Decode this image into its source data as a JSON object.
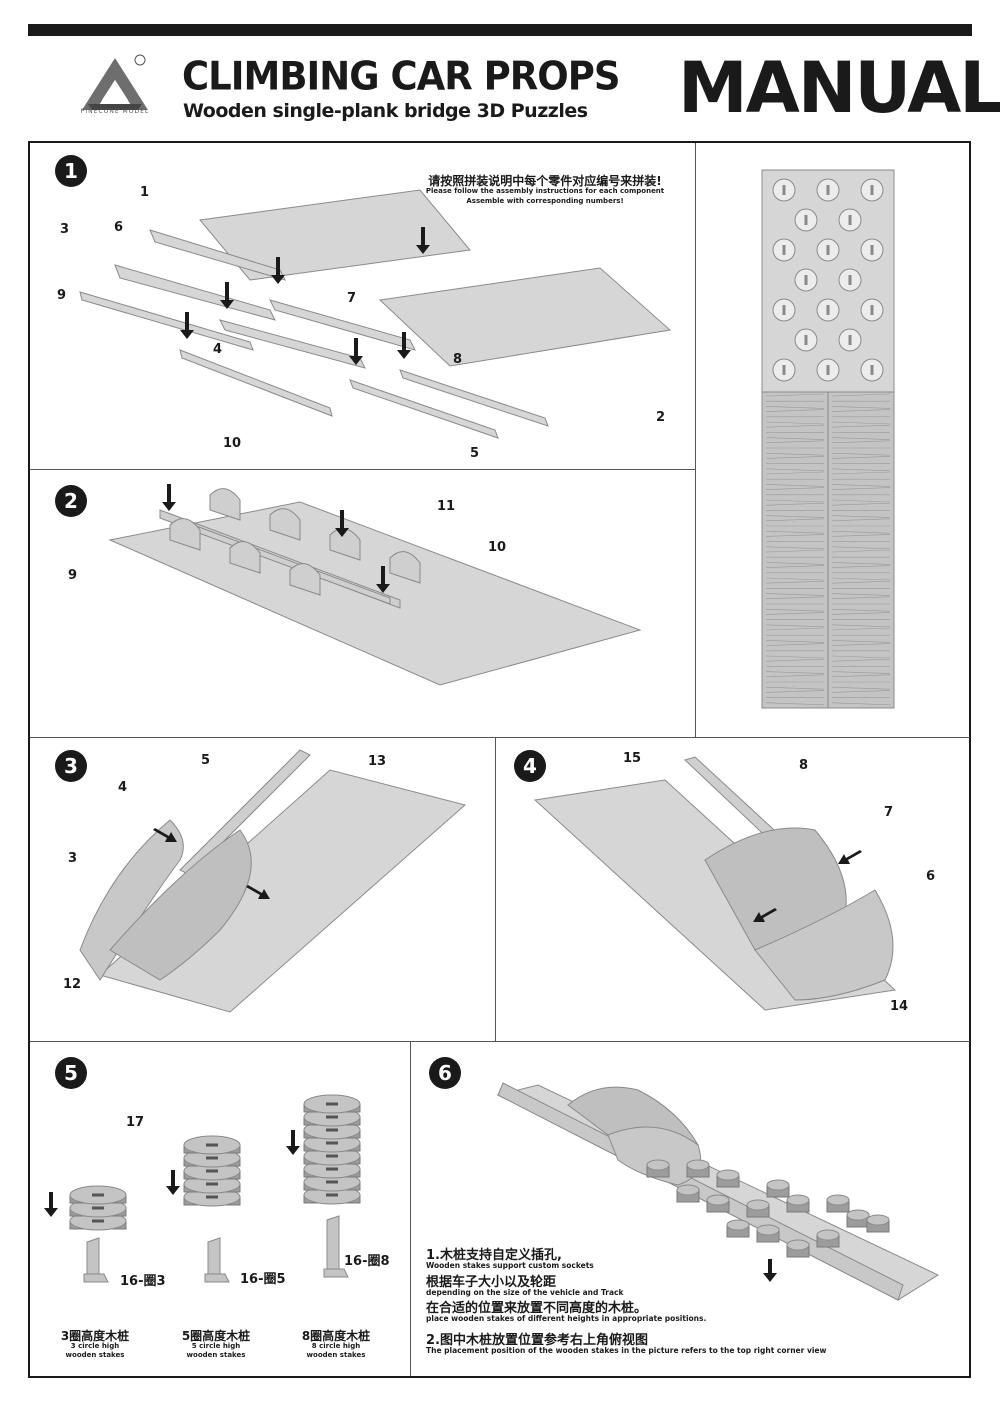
{
  "header": {
    "title": "CLIMBING CAR PROPS",
    "subtitle": "Wooden single-plank bridge 3D Puzzles",
    "manual": "MANUAL",
    "logo_caption": "PINECONE MODEL",
    "registered_mark": "®"
  },
  "steps": {
    "s1": {
      "num": "1",
      "note_cn": "请按照拼装说明中每个零件对应编号来拼装!",
      "note_en_1": "Please follow the assembly instructions for each component",
      "note_en_2": "Assemble with corresponding numbers!",
      "labels": {
        "p1": "1",
        "p2": "2",
        "p3": "3",
        "p4": "4",
        "p5": "5",
        "p6": "6",
        "p7": "7",
        "p8": "8",
        "p9": "9",
        "p10": "10"
      }
    },
    "s2": {
      "num": "2",
      "labels": {
        "p9": "9",
        "p10": "10",
        "p11": "11"
      }
    },
    "s3": {
      "num": "3",
      "labels": {
        "p3": "3",
        "p4": "4",
        "p5": "5",
        "p12": "12",
        "p13": "13"
      }
    },
    "s4": {
      "num": "4",
      "labels": {
        "p6": "6",
        "p7": "7",
        "p8": "8",
        "p14": "14",
        "p15": "15"
      }
    },
    "s5": {
      "num": "5",
      "labels": {
        "p17": "17",
        "s3": "16-圈3",
        "s5": "16-圈5",
        "s8": "16-圈8"
      },
      "stakes": [
        {
          "cn": "3圈高度木桩",
          "en1": "3 circle high",
          "en2": "wooden stakes"
        },
        {
          "cn": "5圈高度木桩",
          "en1": "5 circle high",
          "en2": "wooden stakes"
        },
        {
          "cn": "8圈高度木桩",
          "en1": "8 circle high",
          "en2": "wooden stakes"
        }
      ]
    },
    "s6": {
      "num": "6",
      "line1_cn": "1.木桩支持自定义插孔,",
      "line1_en": "Wooden stakes support custom sockets",
      "line2_cn": "根据车子大小以及轮距",
      "line2_en": "depending on the size of the vehicle and Track",
      "line3_cn": "在合适的位置来放置不同高度的木桩。",
      "line3_en": "place wooden stakes of different heights in appropriate positions.",
      "line4_cn": "2.图中木桩放置位置参考右上角俯视图",
      "line4_en": "The placement position of the wooden stakes in the picture refers to the top right corner view"
    }
  },
  "colors": {
    "plank": "#d6d6d6",
    "plank_dark": "#b8b8b8",
    "outline": "#8a8a8a",
    "ink": "#1a1a1a"
  }
}
